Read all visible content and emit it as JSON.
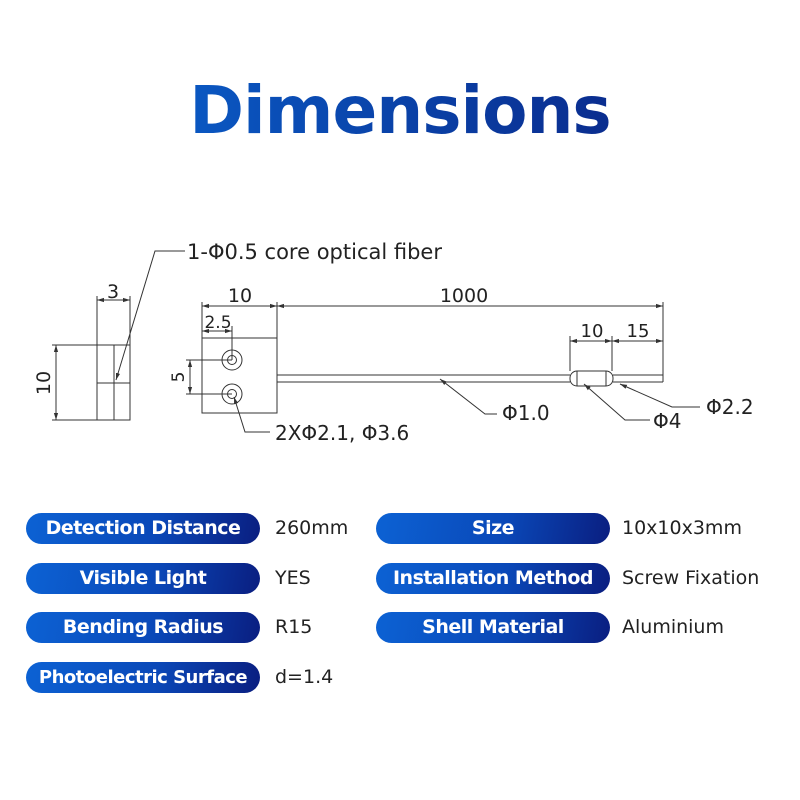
{
  "title": "Dimensions",
  "drawing": {
    "fiber_core_label": "1-Φ0.5 core optical fiber",
    "side_width": "3",
    "side_height": "10",
    "front_width": "10",
    "hole_offset": "2.5",
    "hole_pitch": "5",
    "cable_length": "1000",
    "ferrule_length": "10",
    "tip_length": "15",
    "holes_label": "2XΦ2.1, Φ3.6",
    "cable_dia": "Φ1.0",
    "ferrule_dia": "Φ4",
    "tip_dia": "Φ2.2"
  },
  "specs": {
    "left": [
      {
        "label": "Detection Distance",
        "value": "260mm"
      },
      {
        "label": "Visible Light",
        "value": "YES"
      },
      {
        "label": "Bending Radius",
        "value": "R15"
      },
      {
        "label": "Photoelectric Surface",
        "value": "d=1.4"
      }
    ],
    "right": [
      {
        "label": "Size",
        "value": "10x10x3mm"
      },
      {
        "label": "Installation Method",
        "value": "Screw Fixation"
      },
      {
        "label": "Shell Material",
        "value": "Aluminium"
      }
    ]
  },
  "colors": {
    "gradient_start": "#0a6ad8",
    "gradient_end": "#0a1a78"
  }
}
